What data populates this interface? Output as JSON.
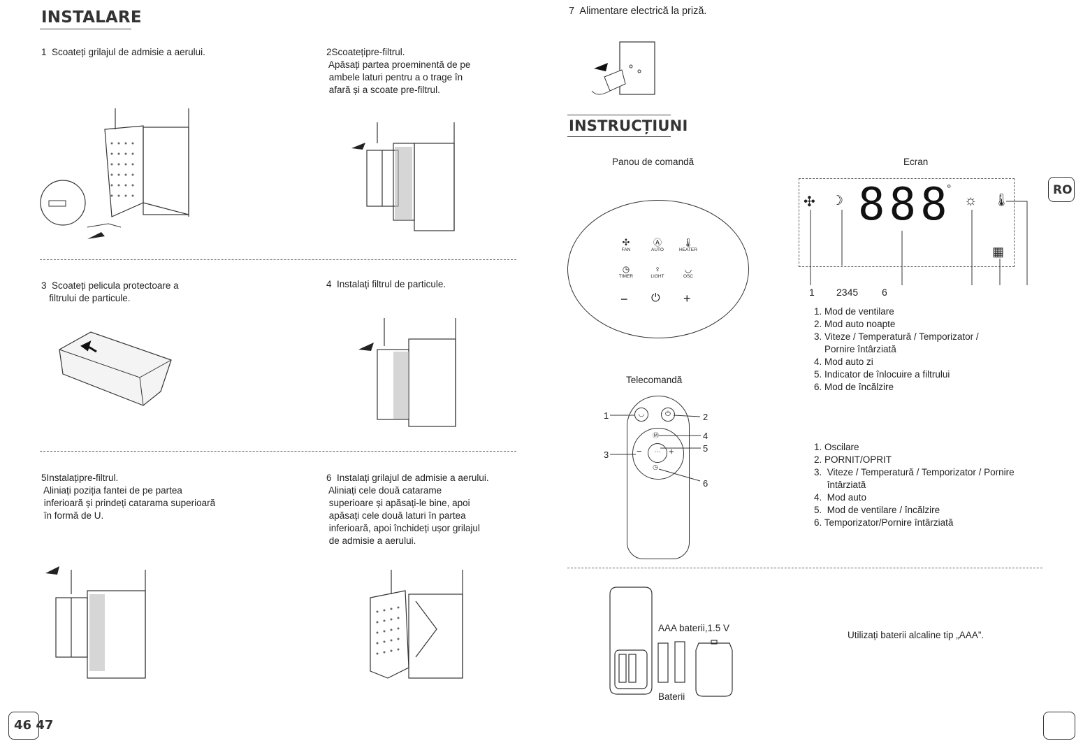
{
  "install": {
    "title": "INSTALARE",
    "step1": "1  Scoateți grilajul de admisie a aerului.",
    "step2": [
      "2Scoatețipre-filtrul.",
      " Apăsați partea proeminentă de pe",
      " ambele laturi pentru a o trage în",
      " afară și a scoate pre-filtrul."
    ],
    "step3": [
      "3  Scoateți pelicula protectoare a",
      "   filtrului de particule."
    ],
    "step4": "4  Instalați filtrul de particule.",
    "step5": [
      "5Instalațipre-filtrul.",
      " Aliniați poziția fantei de pe partea",
      " inferioară și prindeți catarama superioară",
      " în formă de U."
    ],
    "step6": [
      "6  Instalați grilajul de admisie a aerului.",
      " Aliniați cele două catarame",
      " superioare și apăsați-le bine, apoi",
      " apăsați cele două laturi în partea",
      " inferioară, apoi închideți ușor grilajul",
      " de admisie a aerului."
    ],
    "step7": "7  Alimentare electrică la priză."
  },
  "instructions": {
    "title": "INSTRUCȚIUNI",
    "panel_label": "Panou de comandă",
    "screen_label": "Ecran",
    "remote_label": "Telecomandă",
    "panel_buttons": [
      "FAN",
      "AUTO",
      "HEATER",
      "TIMER",
      "LIGHT",
      "OSC"
    ],
    "panel_minus": "−",
    "panel_plus": "+",
    "screen_digits": "888",
    "screen_degree": "°",
    "screen_numbers": [
      "1",
      "2345",
      "6"
    ],
    "screen_legend": [
      "1. Mod de ventilare",
      "2. Mod auto noapte",
      "3. Viteze / Temperatură / Temporizator /",
      "    Pornire întârziată",
      "4. Mod auto zi",
      "5. Indicator de înlocuire a filtrului",
      "6. Mod de încălzire"
    ],
    "remote_numbers": [
      "1",
      "2",
      "3",
      "4",
      "5",
      "6"
    ],
    "remote_legend": [
      "1. Oscilare",
      "2. PORNIT/OPRIT",
      "3.  Viteze / Temperatură / Temporizator / Pornire",
      "     întârziată",
      "4.  Mod auto",
      "5.  Mod de ventilare / încălzire",
      "6. Temporizator/Pornire întârziată"
    ],
    "battery_label": "AAA baterii,1.5 V",
    "battery_caption": "Baterii",
    "battery_note": "Utilizați baterii alcaline tip „AAA”."
  },
  "page": {
    "lang_badge": "RO",
    "page_numbers": "46 47"
  }
}
